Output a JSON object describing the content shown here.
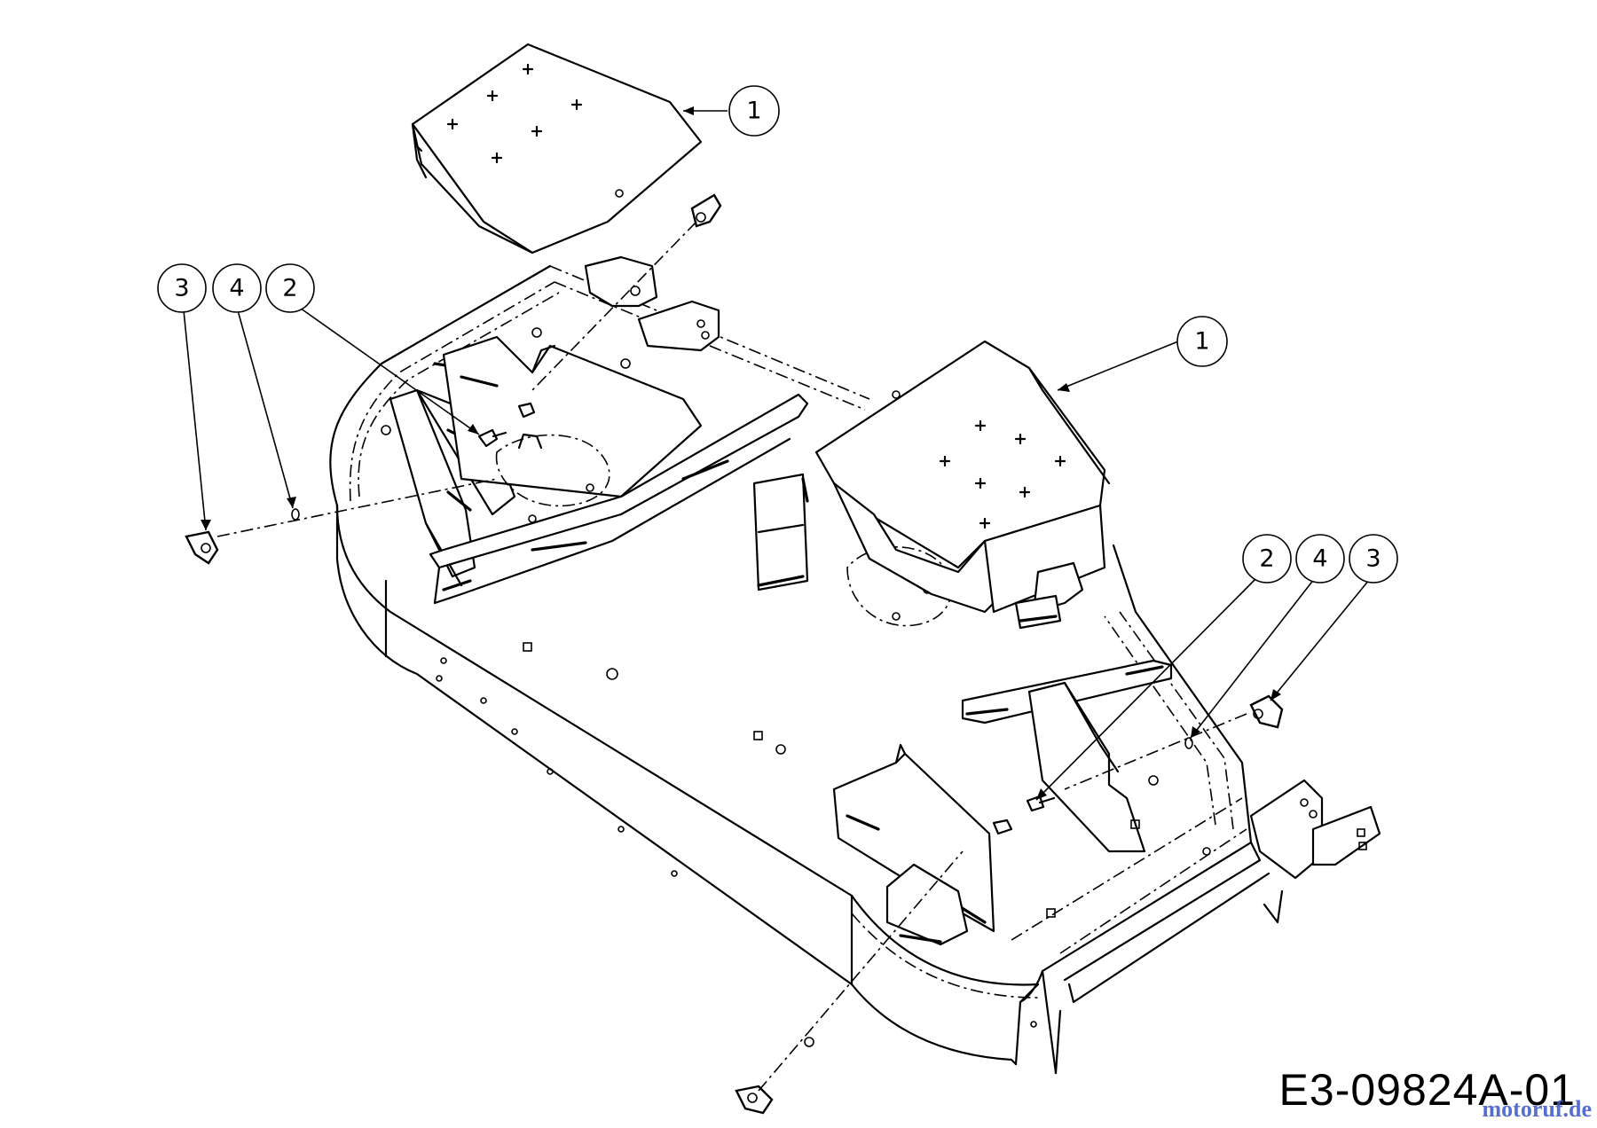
{
  "diagram": {
    "drawing_code": "E3-09824A-01",
    "watermark": "motoruf.de",
    "callouts": [
      {
        "id": "callout-1-top",
        "label": "1"
      },
      {
        "id": "callout-1-right",
        "label": "1"
      },
      {
        "id": "callout-3-left",
        "label": "3"
      },
      {
        "id": "callout-4-left",
        "label": "4"
      },
      {
        "id": "callout-2-left",
        "label": "2"
      },
      {
        "id": "callout-2-right",
        "label": "2"
      },
      {
        "id": "callout-4-right",
        "label": "4"
      },
      {
        "id": "callout-3-right",
        "label": "3"
      }
    ],
    "icons": [
      "deck-housing",
      "deflector-cover",
      "wing-knob",
      "carriage-bolt",
      "flat-washer"
    ]
  }
}
